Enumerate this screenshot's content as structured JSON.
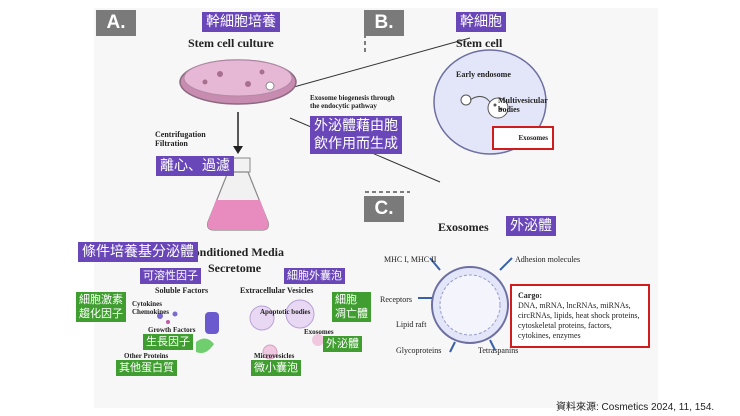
{
  "panels": {
    "a": {
      "label": "A.",
      "zh_title": "幹細胞培養",
      "title": "Stem cell culture",
      "process": "Centrifugation\nFiltration",
      "process_zh": "離心、過濾",
      "media_title": "Conditioned Media\nSecretome",
      "media_zh": "條件培養基分泌體"
    },
    "b": {
      "label": "B.",
      "zh_title": "幹細胞",
      "title": "Stem cell",
      "early_endosome": "Early endosome",
      "mvb": "Multivesicular\nbodies",
      "exosomes": "Exosomes",
      "biogenesis": "Exosome biogenesis through\nthe endocytic pathway",
      "biogenesis_zh": "外泌體藉由胞\n飲作用而生成"
    },
    "c": {
      "label": "C.",
      "title": "Exosomes",
      "zh_title": "外泌體",
      "mhc": "MHC I, MHC II",
      "adhesion": "Adhesion molecules",
      "receptors": "Receptors",
      "lipid_raft": "Lipid raft",
      "glycoproteins": "Glycoproteins",
      "tetraspanins": "Tetraspanins",
      "cargo_title": "Cargo:",
      "cargo_text": "DNA, mRNA, lncRNAs, miRNAs,\ncircRNAs, lipids, heat shock proteins,\ncytoskeletal proteins, factors,\ncytokines, enzymes"
    }
  },
  "secretome": {
    "soluble": {
      "title": "Soluble Factors",
      "zh": "可溶性因子",
      "cytokines": "Cytokines\nChemokines",
      "cytokines_zh": "細胞激素\n趨化因子",
      "growth": "Growth Factors",
      "growth_zh": "生長因子",
      "other": "Other Proteins",
      "other_zh": "其他蛋白質"
    },
    "vesicles": {
      "title": "Extracellular Vesicles",
      "zh": "細胞外囊泡",
      "apoptotic": "Apoptotic bodies",
      "apoptotic_zh": "細胞\n凋亡體",
      "exosomes": "Exosomes",
      "exosomes_zh": "外泌體",
      "microvesicles": "Microvesicles",
      "microvesicles_zh": "微小囊泡"
    }
  },
  "source": "資料來源: Cosmetics 2024, 11, 154.",
  "colors": {
    "purple_tag": "#6a47b8",
    "green_tag": "#3f9e2f",
    "cargo_border": "#d01c1c",
    "label_bg": "#7a7a7a"
  }
}
